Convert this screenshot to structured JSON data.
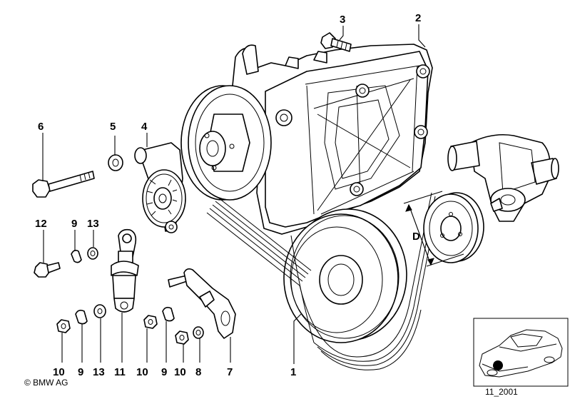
{
  "callouts": {
    "c1": "1",
    "c2": "2",
    "c3": "3",
    "c4": "4",
    "c5": "5",
    "c6": "6",
    "c7": "7",
    "c8": "8",
    "c9a": "9",
    "c9b": "9",
    "c9c": "9",
    "c10a": "10",
    "c10b": "10",
    "c10c": "10",
    "c11": "11",
    "c12": "12",
    "c13a": "13",
    "c13b": "13"
  },
  "dimension_label": "D",
  "copyright": "© BMW AG",
  "diagram_code": "11_2001"
}
